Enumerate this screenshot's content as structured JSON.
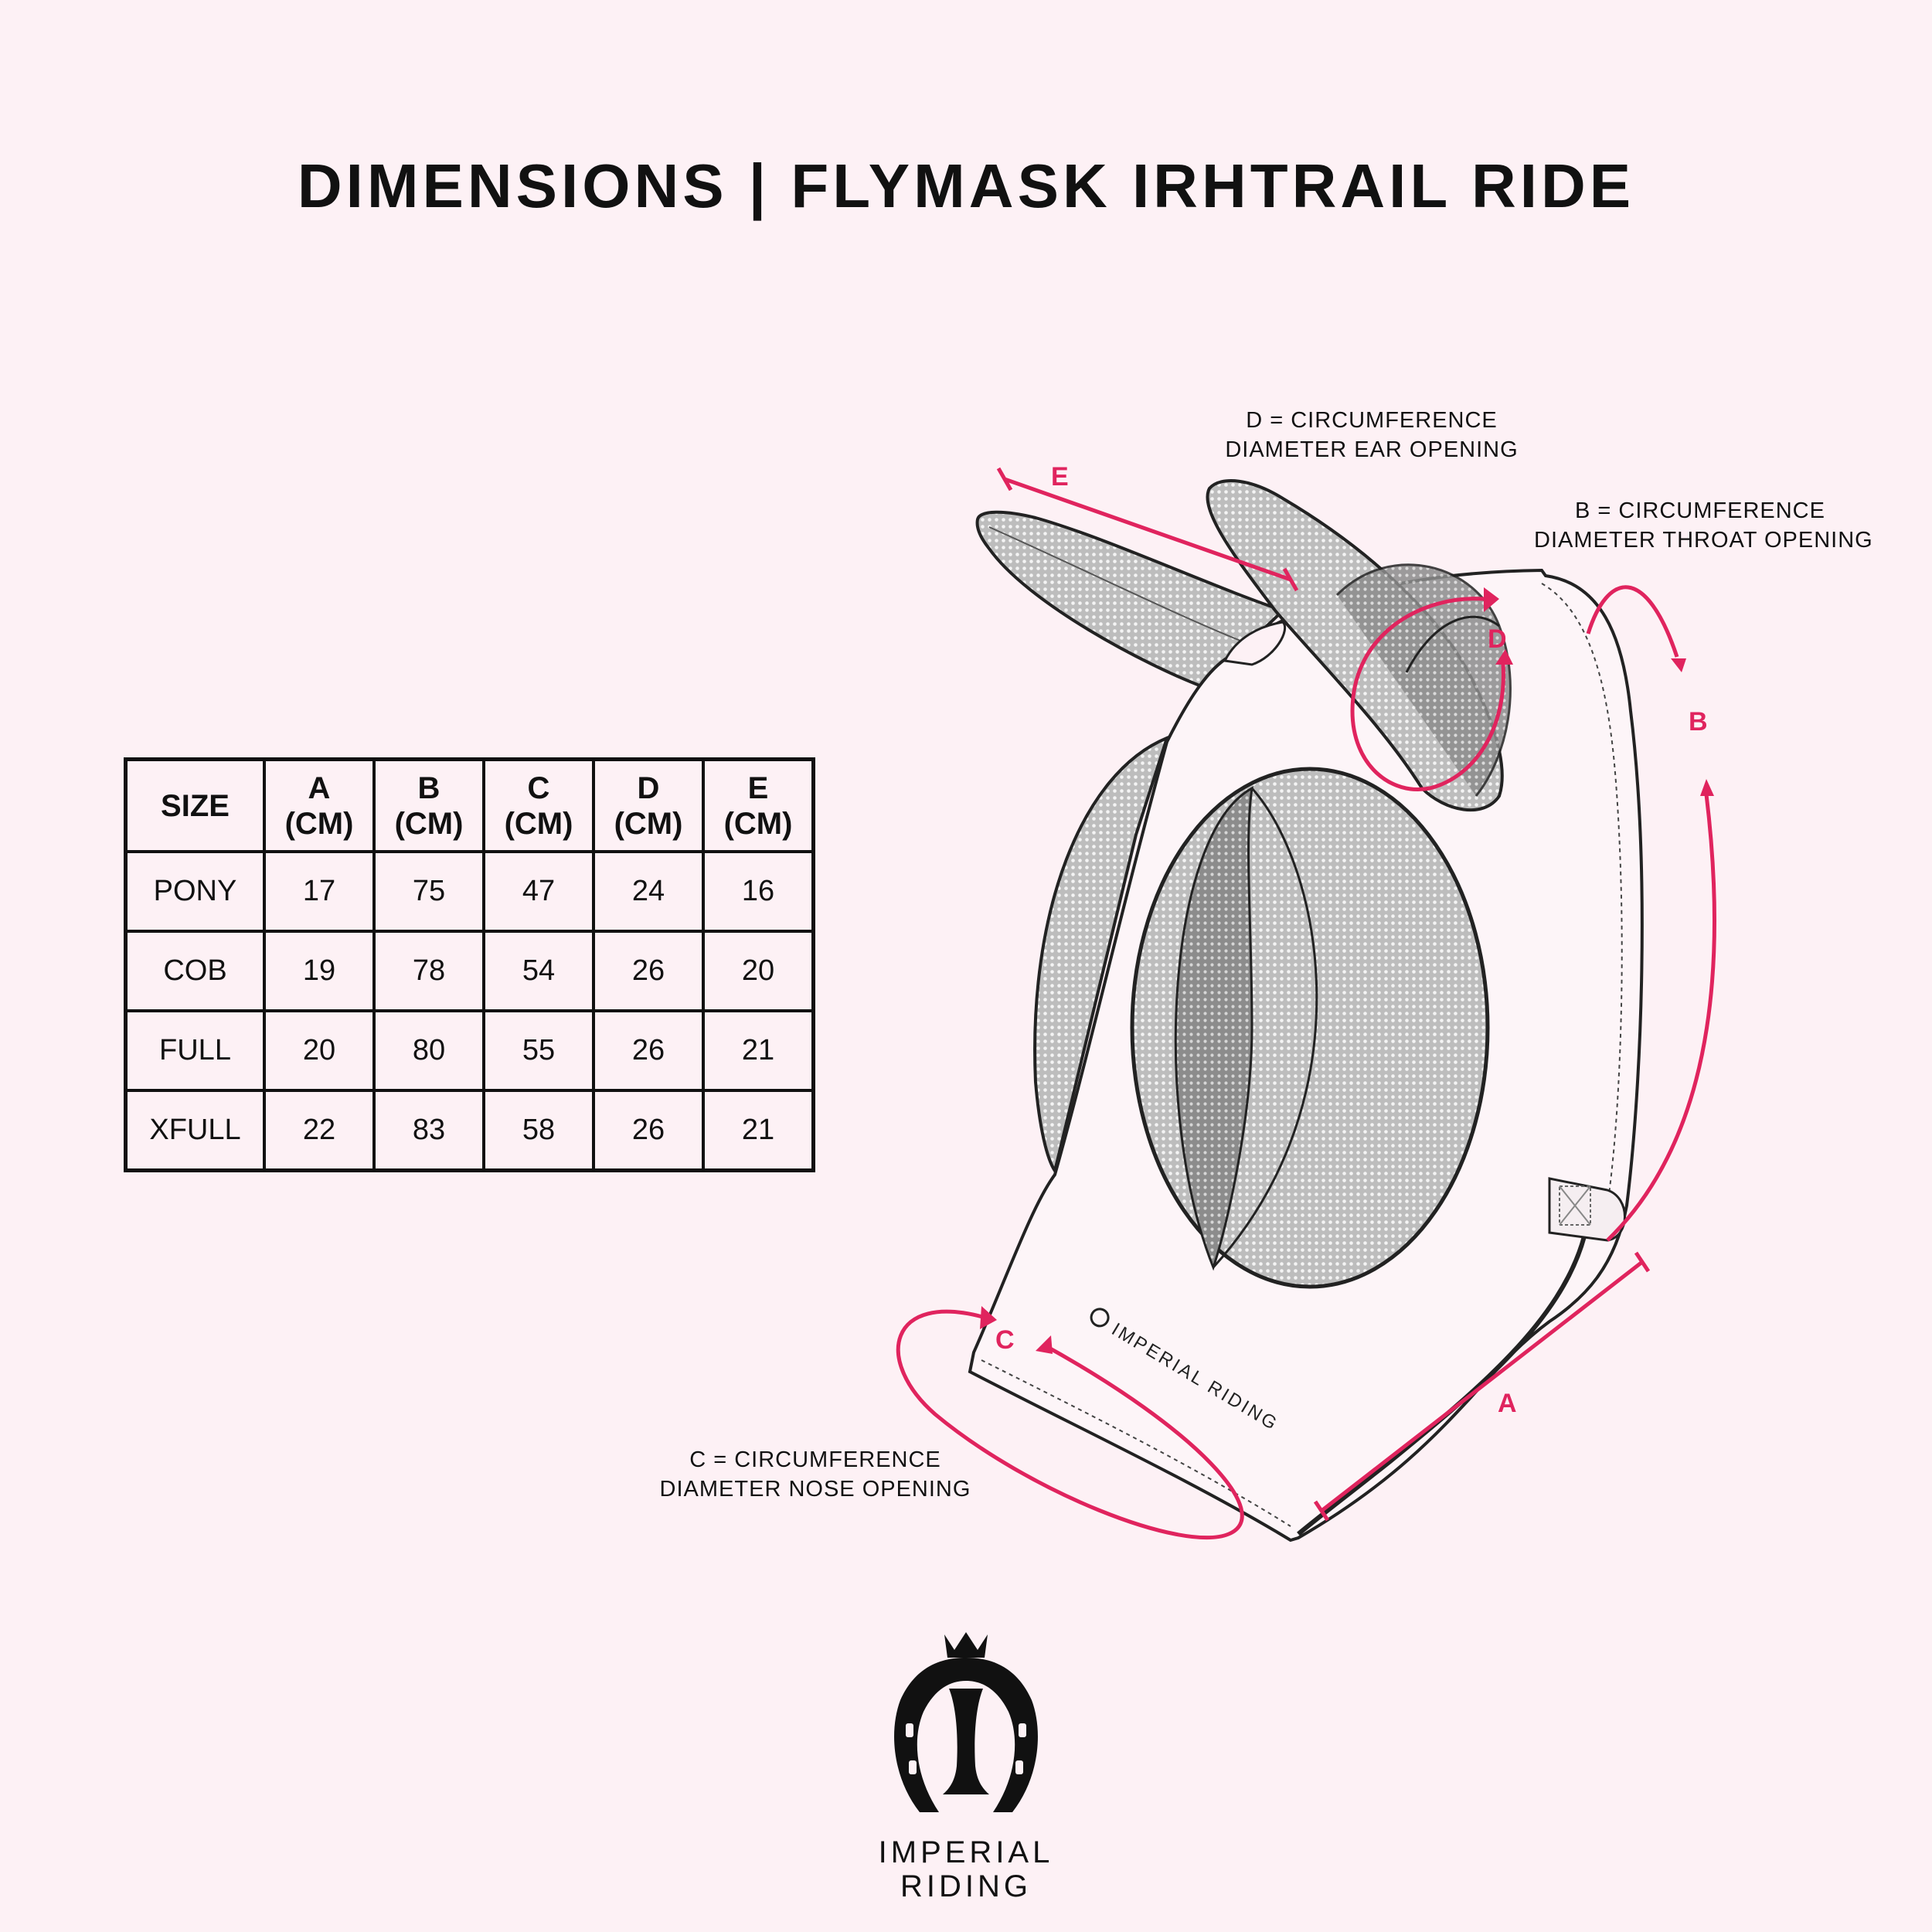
{
  "title": "DIMENSIONS | FLYMASK IRHTRAIL RIDE",
  "table": {
    "headers": [
      {
        "line1": "SIZE",
        "line2": ""
      },
      {
        "line1": "A",
        "line2": "(CM)"
      },
      {
        "line1": "B",
        "line2": "(CM)"
      },
      {
        "line1": "C",
        "line2": "(CM)"
      },
      {
        "line1": "D",
        "line2": "(CM)"
      },
      {
        "line1": "E",
        "line2": "(CM)"
      }
    ],
    "rows": [
      [
        "PONY",
        "17",
        "75",
        "47",
        "24",
        "16"
      ],
      [
        "COB",
        "19",
        "78",
        "54",
        "26",
        "20"
      ],
      [
        "FULL",
        "20",
        "80",
        "55",
        "26",
        "21"
      ],
      [
        "XFULL",
        "22",
        "83",
        "58",
        "26",
        "21"
      ]
    ]
  },
  "annotations": {
    "d": {
      "line1": "D = CIRCUMFERENCE",
      "line2": "DIAMETER EAR OPENING"
    },
    "b": {
      "line1": "B = CIRCUMFERENCE",
      "line2": "DIAMETER THROAT OPENING"
    },
    "c": {
      "line1": "C = CIRCUMFERENCE",
      "line2": "DIAMETER NOSE OPENING"
    }
  },
  "labels": {
    "a": "A",
    "b": "B",
    "c": "C",
    "d": "D",
    "e": "E"
  },
  "mask_brand": "IMPERIAL RIDING",
  "logo": {
    "line1": "IMPERIAL",
    "line2": "RIDING"
  },
  "colors": {
    "accent": "#e0245e",
    "background": "#fdf1f5",
    "ink": "#111111"
  }
}
